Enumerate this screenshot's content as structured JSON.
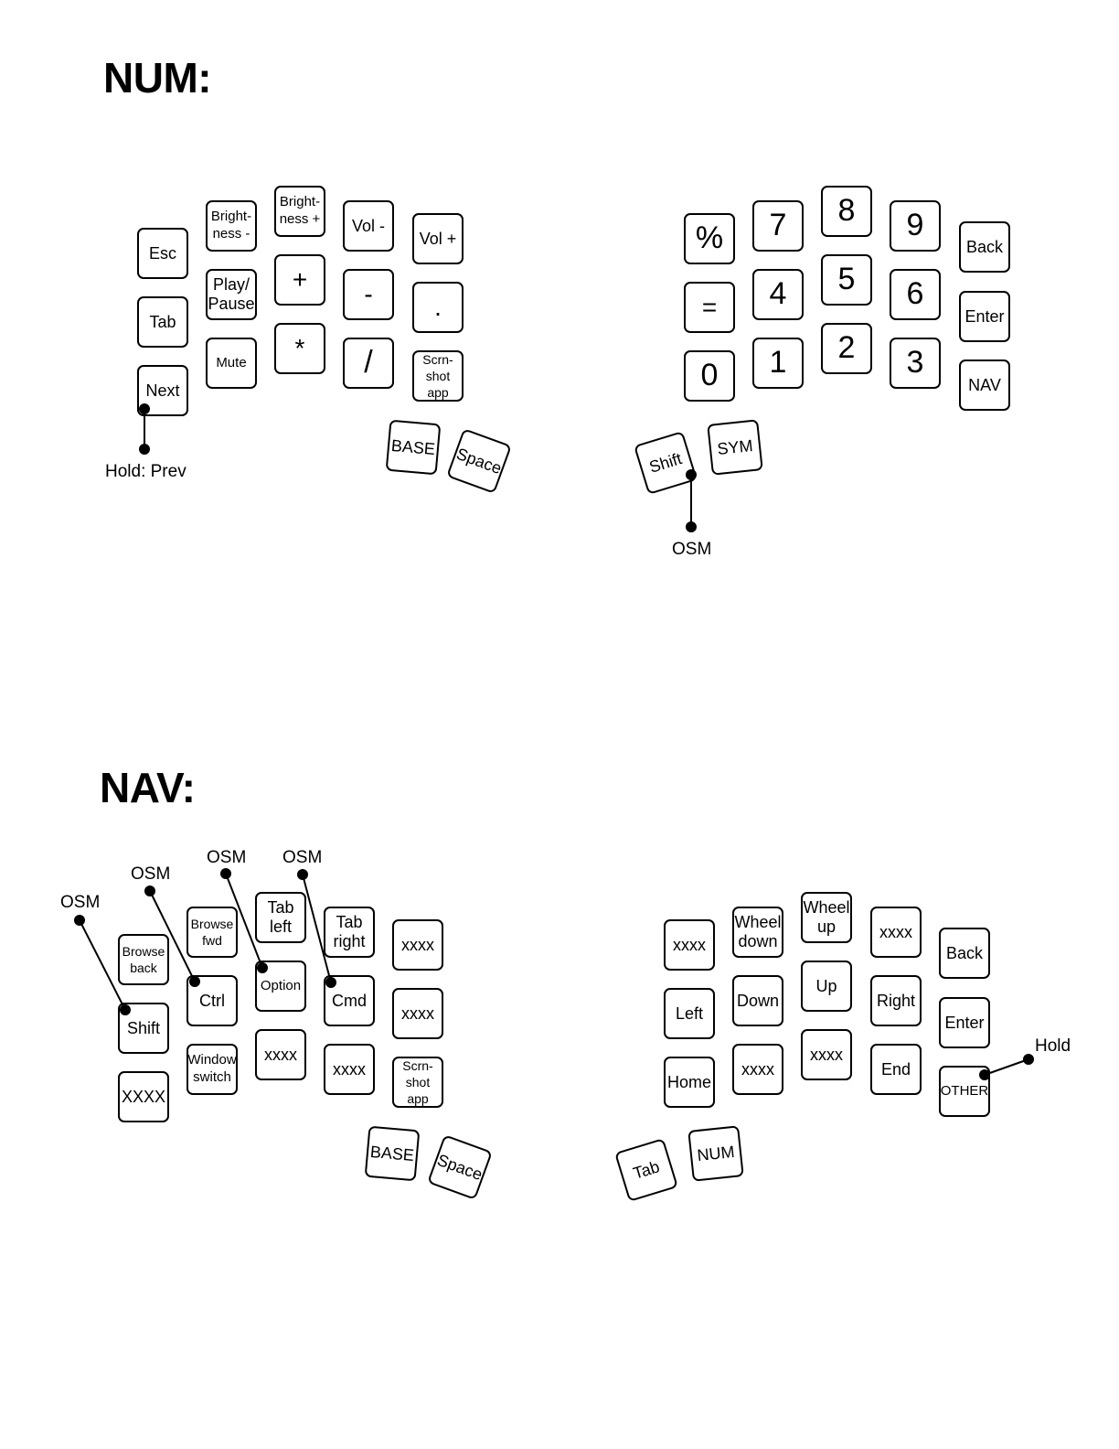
{
  "num": {
    "title": "NUM:",
    "left_keys": [
      {
        "name": "esc",
        "label": "Esc"
      },
      {
        "name": "tab",
        "label": "Tab"
      },
      {
        "name": "next",
        "label": "Next"
      },
      {
        "name": "brightness-down",
        "label": "Bright-\nness -"
      },
      {
        "name": "play-pause",
        "label": "Play/\nPause"
      },
      {
        "name": "mute",
        "label": "Mute"
      },
      {
        "name": "brightness-up",
        "label": "Bright-\nness +"
      },
      {
        "name": "plus",
        "label": "+"
      },
      {
        "name": "asterisk",
        "label": "*"
      },
      {
        "name": "vol-down",
        "label": "Vol -"
      },
      {
        "name": "minus",
        "label": "-"
      },
      {
        "name": "slash",
        "label": "/"
      },
      {
        "name": "vol-up",
        "label": "Vol +"
      },
      {
        "name": "dot",
        "label": "."
      },
      {
        "name": "screenshot-app",
        "label": "Scrn-\nshot\napp"
      }
    ],
    "left_thumbs": [
      {
        "name": "base",
        "label": "BASE"
      },
      {
        "name": "space",
        "label": "Space"
      }
    ],
    "right_keys": [
      {
        "name": "percent",
        "label": "%"
      },
      {
        "name": "equals",
        "label": "="
      },
      {
        "name": "zero",
        "label": "0"
      },
      {
        "name": "seven",
        "label": "7"
      },
      {
        "name": "four",
        "label": "4"
      },
      {
        "name": "one",
        "label": "1"
      },
      {
        "name": "eight",
        "label": "8"
      },
      {
        "name": "five",
        "label": "5"
      },
      {
        "name": "two",
        "label": "2"
      },
      {
        "name": "nine",
        "label": "9"
      },
      {
        "name": "six",
        "label": "6"
      },
      {
        "name": "three",
        "label": "3"
      },
      {
        "name": "back",
        "label": "Back"
      },
      {
        "name": "enter",
        "label": "Enter"
      },
      {
        "name": "nav",
        "label": "NAV"
      }
    ],
    "right_thumbs": [
      {
        "name": "shift",
        "label": "Shift"
      },
      {
        "name": "sym",
        "label": "SYM"
      }
    ],
    "annotations": {
      "hold_prev": "Hold: Prev",
      "shift_osm": "OSM"
    }
  },
  "nav": {
    "title": "NAV:",
    "left_keys": [
      {
        "name": "browse-back",
        "label": "Browse\nback"
      },
      {
        "name": "shift",
        "label": "Shift"
      },
      {
        "name": "xxxx-a",
        "label": "XXXX"
      },
      {
        "name": "browse-fwd",
        "label": "Browse\nfwd"
      },
      {
        "name": "ctrl",
        "label": "Ctrl"
      },
      {
        "name": "window-switch",
        "label": "Window\nswitch"
      },
      {
        "name": "tab-left",
        "label": "Tab\nleft"
      },
      {
        "name": "option",
        "label": "Option"
      },
      {
        "name": "xxxx-b",
        "label": "xxxx"
      },
      {
        "name": "tab-right",
        "label": "Tab\nright"
      },
      {
        "name": "cmd",
        "label": "Cmd"
      },
      {
        "name": "xxxx-c",
        "label": "xxxx"
      },
      {
        "name": "xxxx-d",
        "label": "xxxx"
      },
      {
        "name": "xxxx-e",
        "label": "xxxx"
      },
      {
        "name": "screenshot-app",
        "label": "Scrn-\nshot\napp"
      }
    ],
    "left_thumbs": [
      {
        "name": "base",
        "label": "BASE"
      },
      {
        "name": "space",
        "label": "Space"
      }
    ],
    "right_keys": [
      {
        "name": "xxxx-f",
        "label": "xxxx"
      },
      {
        "name": "left",
        "label": "Left"
      },
      {
        "name": "home",
        "label": "Home"
      },
      {
        "name": "wheel-down",
        "label": "Wheel\ndown"
      },
      {
        "name": "down",
        "label": "Down"
      },
      {
        "name": "xxxx-g",
        "label": "xxxx"
      },
      {
        "name": "wheel-up",
        "label": "Wheel\nup"
      },
      {
        "name": "up",
        "label": "Up"
      },
      {
        "name": "xxxx-h",
        "label": "xxxx"
      },
      {
        "name": "xxxx-i",
        "label": "xxxx"
      },
      {
        "name": "right",
        "label": "Right"
      },
      {
        "name": "end",
        "label": "End"
      },
      {
        "name": "back",
        "label": "Back"
      },
      {
        "name": "enter",
        "label": "Enter"
      },
      {
        "name": "other",
        "label": "OTHER"
      }
    ],
    "right_thumbs": [
      {
        "name": "tab",
        "label": "Tab"
      },
      {
        "name": "num",
        "label": "NUM"
      }
    ],
    "annotations": {
      "shift_osm": "OSM",
      "ctrl_osm": "OSM",
      "option_osm": "OSM",
      "cmd_osm": "OSM",
      "other_hold": "Hold"
    }
  }
}
